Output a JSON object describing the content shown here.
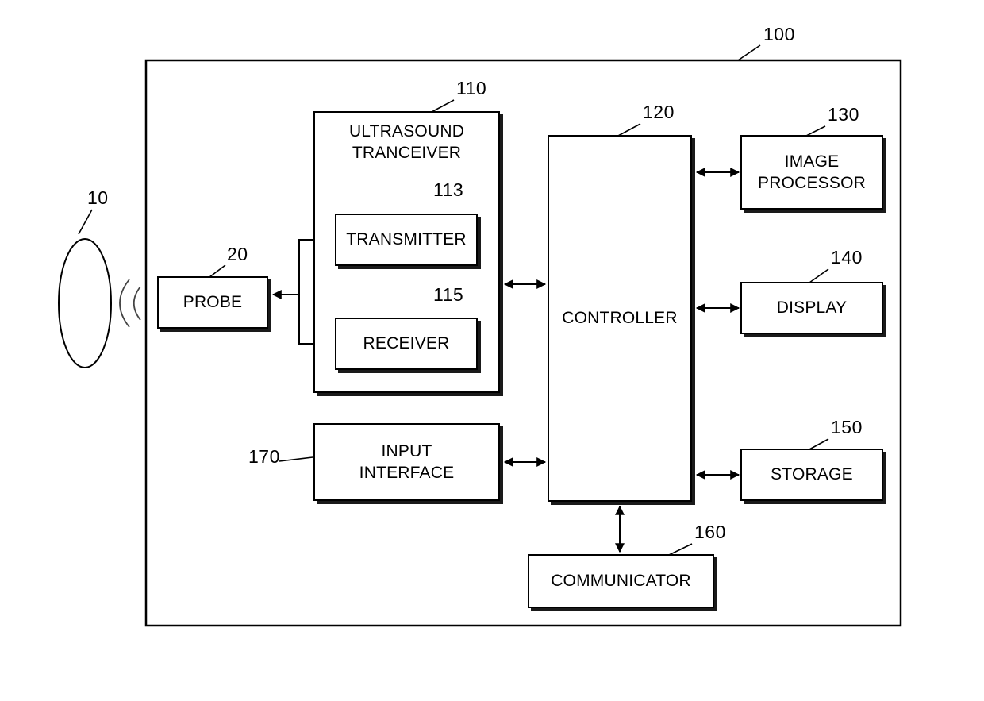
{
  "figure": {
    "system_ref": "100",
    "object_ref": "10",
    "blocks": {
      "probe": {
        "ref": "20",
        "label": "PROBE"
      },
      "transceiver": {
        "ref": "110",
        "label": "ULTRASOUND\nTRANCEIVER"
      },
      "transmitter": {
        "ref": "113",
        "label": "TRANSMITTER"
      },
      "receiver": {
        "ref": "115",
        "label": "RECEIVER"
      },
      "controller": {
        "ref": "120",
        "label": "CONTROLLER"
      },
      "image_processor": {
        "ref": "130",
        "label": "IMAGE\nPROCESSOR"
      },
      "display": {
        "ref": "140",
        "label": "DISPLAY"
      },
      "storage": {
        "ref": "150",
        "label": "STORAGE"
      },
      "communicator": {
        "ref": "160",
        "label": "COMMUNICATOR"
      },
      "input_interface": {
        "ref": "170",
        "label": "INPUT\nINTERFACE"
      }
    }
  }
}
